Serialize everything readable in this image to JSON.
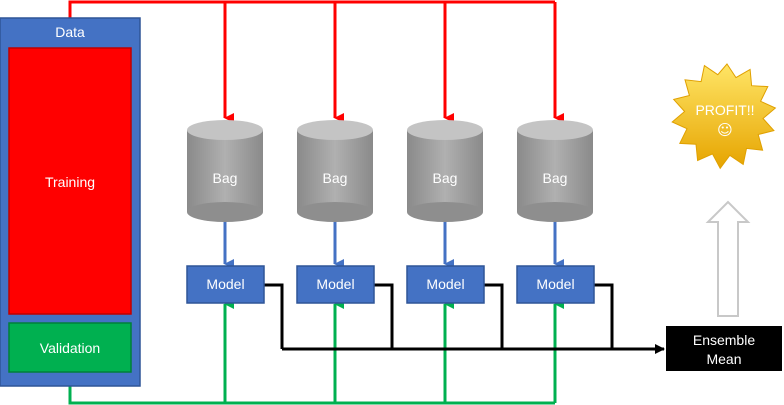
{
  "data_panel": {
    "title": "Data",
    "training_label": "Training",
    "validation_label": "Validation"
  },
  "bags": [
    {
      "label": "Bag"
    },
    {
      "label": "Bag"
    },
    {
      "label": "Bag"
    },
    {
      "label": "Bag"
    }
  ],
  "models": [
    {
      "label": "Model"
    },
    {
      "label": "Model"
    },
    {
      "label": "Model"
    },
    {
      "label": "Model"
    }
  ],
  "ensemble": {
    "line1": "Ensemble",
    "line2": "Mean"
  },
  "profit": {
    "text": "PROFIT!!",
    "emoji": "☺"
  },
  "colors": {
    "data_panel": "#4472C4",
    "training": "#FF0000",
    "validation": "#00B050",
    "model": "#4472C4",
    "ensemble": "#000000",
    "red_line": "#FF0000",
    "green_line": "#00B050",
    "blue_arrow": "#4472C4",
    "black_line": "#000000",
    "bag_gray": "#9A9A9A",
    "star_gold": "#F2B600"
  }
}
